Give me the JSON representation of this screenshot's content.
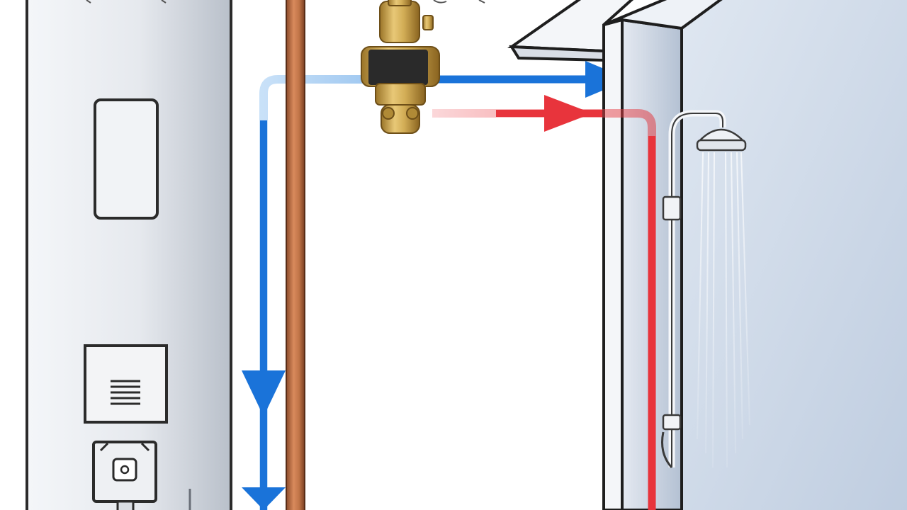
{
  "diagram": {
    "flows": {
      "cold_supply": {
        "color": "#1a73d9",
        "direction": "down-then-right"
      },
      "hot_supply": {
        "color": "#e8343c",
        "direction": "right-then-down"
      }
    },
    "components": [
      {
        "name": "water-heater-tank",
        "icon": "tank"
      },
      {
        "name": "control-panel",
        "icon": "panel"
      },
      {
        "name": "vent-grille",
        "icon": "grille"
      },
      {
        "name": "electrical-box",
        "icon": "junction-box"
      },
      {
        "name": "copper-flue-pipe",
        "icon": "pipe"
      },
      {
        "name": "brass-mixing-valve",
        "icon": "valve"
      },
      {
        "name": "shower-wall",
        "icon": "wall"
      },
      {
        "name": "shower-head",
        "icon": "shower-head"
      },
      {
        "name": "shower-riser-rail",
        "icon": "rail"
      }
    ],
    "colors": {
      "copper": "#b8693f",
      "brass": "#c9a44a",
      "tank_shade": "#d6dbe2",
      "wall_blue": "#c9d6e6"
    }
  }
}
